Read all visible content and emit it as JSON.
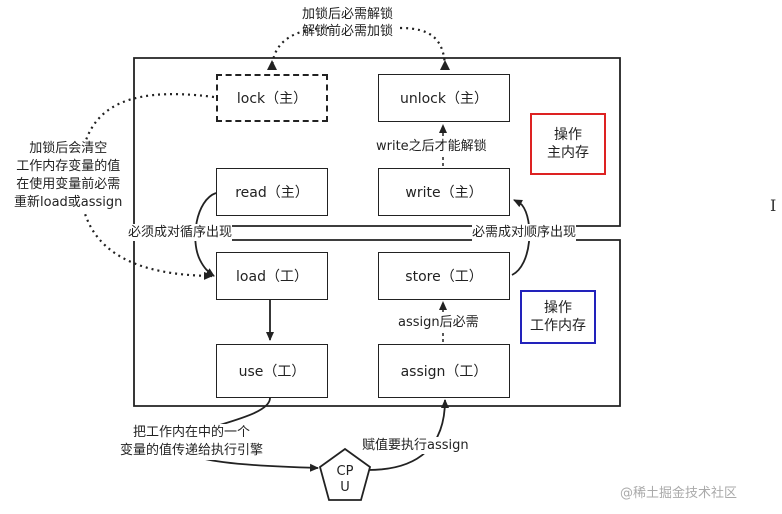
{
  "top_annotation": {
    "line1": "加锁后必需解锁",
    "line2": "解锁前必需加锁"
  },
  "nodes": {
    "lock": "lock（主）",
    "unlock": "unlock（主）",
    "read": "read（主）",
    "write": "write（主）",
    "load": "load（工）",
    "store": "store（工）",
    "use": "use（工）",
    "assign": "assign（工）"
  },
  "annotations": {
    "write_then_unlock": "write之后才能解锁",
    "lock_clears": [
      "加锁后会清空",
      "工作内存变量的值",
      "在使用变量前必需",
      "重新load或assign"
    ],
    "read_load_order": "必须成对循序出现",
    "store_write_order": "必需成对顺序出现",
    "assign_then_store": "assign后必需",
    "use_to_engine": [
      "把工作内在中的一个",
      "变量的值传递给执行引擎"
    ],
    "cpu_assign": "赋值要执行assign"
  },
  "regions": {
    "main_memory": [
      "操作",
      "主内存"
    ],
    "work_memory": [
      "操作",
      "工作内存"
    ]
  },
  "cpu": {
    "line1": "CP",
    "line2": "U"
  },
  "watermark": "@稀土掘金技术社区",
  "colors": {
    "main_memory_border": "#d22222",
    "work_memory_border": "#2222bb",
    "stroke": "#222222"
  }
}
